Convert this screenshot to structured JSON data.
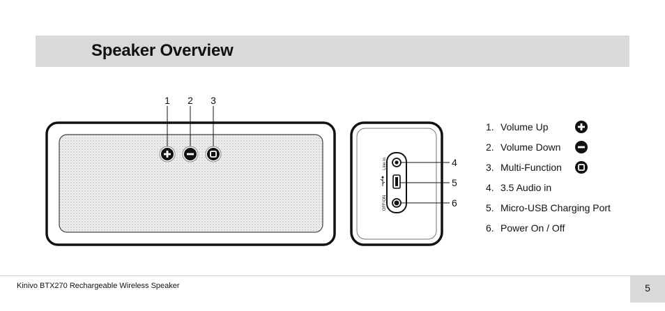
{
  "header": {
    "title": "Speaker Overview"
  },
  "callouts": {
    "front": [
      "1",
      "2",
      "3"
    ],
    "side": [
      "4",
      "5",
      "6"
    ]
  },
  "side_labels": {
    "line_in": "Line in",
    "off_on": "OFF/ON"
  },
  "legend": {
    "items": [
      {
        "num": "1.",
        "label": "Volume Up",
        "icon": "plus-circle-icon"
      },
      {
        "num": "2.",
        "label": "Volume Down",
        "icon": "minus-circle-icon"
      },
      {
        "num": "3.",
        "label": "Multi-Function",
        "icon": "square-circle-icon"
      },
      {
        "num": "4.",
        "label": "3.5 Audio in"
      },
      {
        "num": "5.",
        "label": "Micro-USB Charging Port"
      },
      {
        "num": "6.",
        "label": "Power On / Off"
      }
    ]
  },
  "footer": {
    "text": "Kinivo BTX270 Rechargeable Wireless Speaker",
    "page_number": "5"
  },
  "colors": {
    "header_band": "#d9d9d9",
    "speaker_outline": "#111111",
    "grille": "#e9e9e9"
  }
}
